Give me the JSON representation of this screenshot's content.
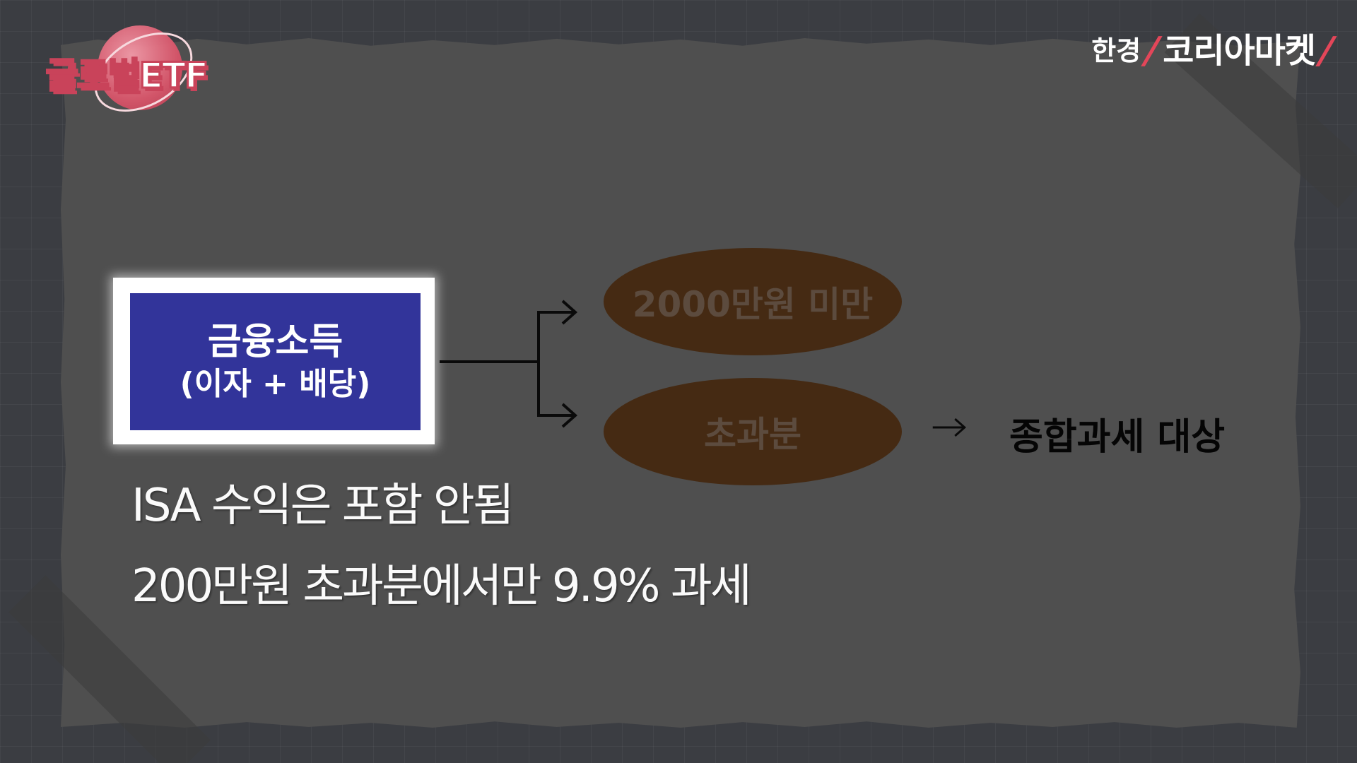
{
  "logo": {
    "text": "글로벌ETF"
  },
  "brand": {
    "prefix": "한경",
    "name": "코리아마켓"
  },
  "diagram": {
    "source": {
      "title": "금융소득",
      "subtitle": "(이자 + 배당)"
    },
    "branch_upper": {
      "label": "2000만원 미만"
    },
    "branch_lower": {
      "label": "초과분"
    },
    "result": {
      "label": "종합과세 대상"
    }
  },
  "notes": [
    "ISA 수익은 포함 안됨",
    "200만원 초과분에서만 9.9% 과세"
  ],
  "colors": {
    "box_blue": "#32349a",
    "ellipse_brown": "#452a13",
    "brand_red": "#e34659",
    "logo_pink": "#c9435a"
  }
}
